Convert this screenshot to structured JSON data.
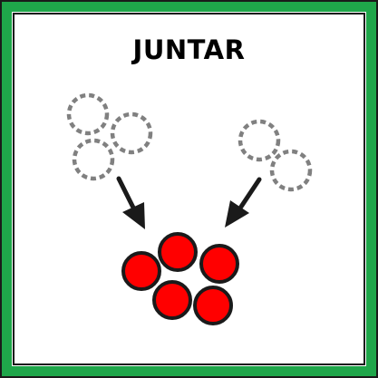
{
  "title": "JUNTAR",
  "colors": {
    "frame_outer": "#1a1a1a",
    "frame_green": "#1fa64a",
    "dashed_circle": "#808080",
    "solid_fill": "#ff0000",
    "solid_stroke": "#1a1a1a",
    "arrow": "#1a1a1a"
  },
  "groups": {
    "left": {
      "label": "",
      "dashed_circle_count": 3
    },
    "right": {
      "label": "",
      "dashed_circle_count": 2
    },
    "joined": {
      "label": "",
      "solid_circle_count": 5
    }
  },
  "icons": [
    "arrow-down-right-icon",
    "arrow-down-left-icon"
  ]
}
